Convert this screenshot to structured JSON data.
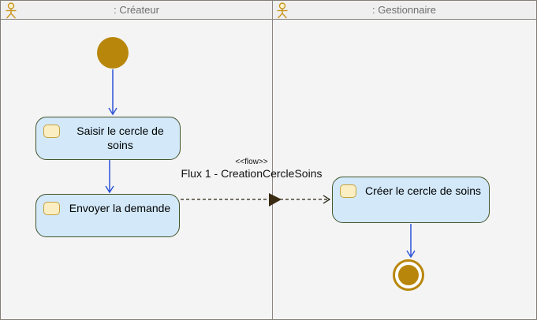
{
  "diagram": {
    "type": "uml-activity-swimlane",
    "lanes": [
      {
        "title": ": Créateur",
        "icon": "actor-icon"
      },
      {
        "title": ": Gestionnaire",
        "icon": "actor-icon"
      }
    ],
    "nodes": {
      "initial": {
        "kind": "initial-node",
        "lane": ": Créateur"
      },
      "activities": [
        {
          "label": "Saisir le cercle de soins",
          "lane": ": Créateur",
          "icon": "action-icon"
        },
        {
          "label": "Envoyer la demande",
          "lane": ": Créateur",
          "icon": "action-icon"
        },
        {
          "label": "Créer le cercle de soins",
          "lane": ": Gestionnaire",
          "icon": "action-icon"
        }
      ],
      "final": {
        "kind": "activity-final-node",
        "lane": ": Gestionnaire"
      }
    },
    "flow": {
      "stereotype": "<<flow>>",
      "name": "Flux 1 - CreationCercleSoins",
      "from": "Envoyer la demande",
      "to": "Créer le cercle de soins",
      "style": "dashed"
    },
    "colors": {
      "node_gold": "#b8860b",
      "activity_fill": "#d3e9fa",
      "activity_border": "#42532b",
      "icon_fill": "#fbeec2",
      "icon_border": "#c8a13c",
      "arrow_blue": "#2b52d8",
      "flow_dark": "#26200f",
      "crossing_marker": "#3a2b13",
      "lane_bg": "#f4f4f4",
      "header_bg": "#f0efef",
      "line_gray": "#8a8580",
      "header_text": "#6e6e6e"
    }
  }
}
